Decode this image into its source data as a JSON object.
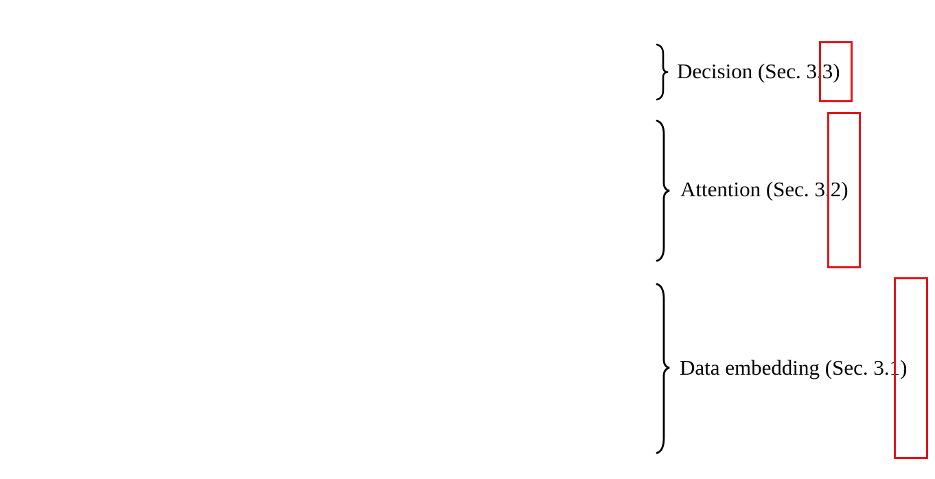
{
  "figure": {
    "background": "#ffffff",
    "highlight_color": "#e0161b",
    "groups": [
      {
        "id": "decision",
        "label_text": "Decision (Sec. ",
        "section": "3.3",
        "close": ")",
        "full_label": "Decision (Sec. 3.3)"
      },
      {
        "id": "attention",
        "label_text": "Attention (Sec. ",
        "section": "3.2",
        "close": ")",
        "full_label": "Attention (Sec. 3.2)"
      },
      {
        "id": "data-embedding",
        "label_text": "Data embedding (Sec. ",
        "section": "3.1",
        "close": ")",
        "full_label": "Data embedding (Sec. 3.1)"
      }
    ]
  }
}
